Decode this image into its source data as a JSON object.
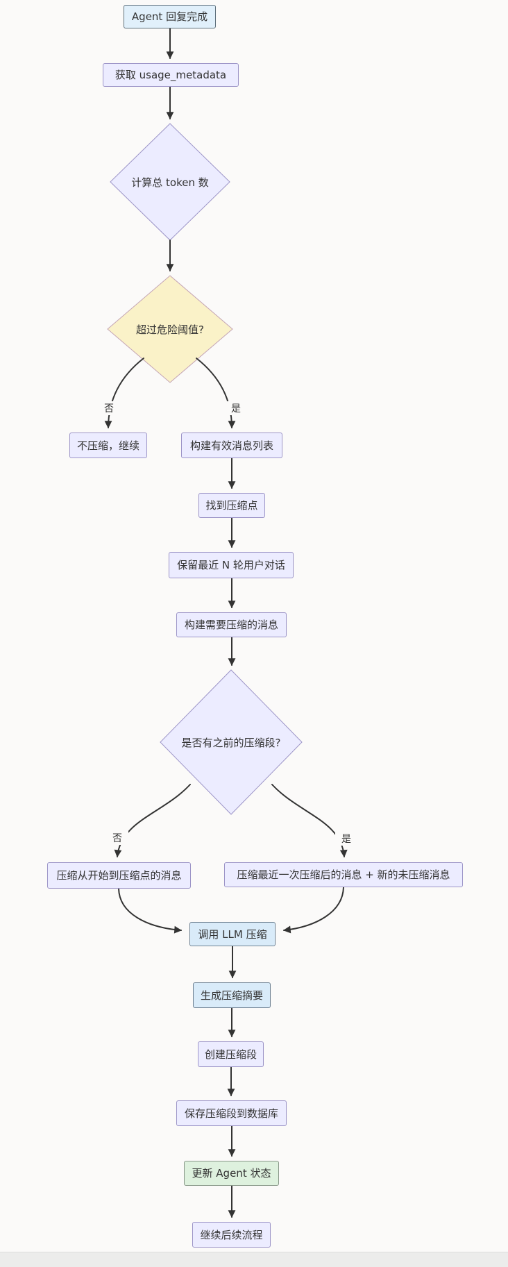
{
  "diagram": {
    "nodes": {
      "agent_done": {
        "label": "Agent 回复完成"
      },
      "get_usage": {
        "label": "获取 usage_metadata"
      },
      "calc_tokens": {
        "label": "计算总 token 数"
      },
      "over_threshold": {
        "label": "超过危险阈值?"
      },
      "no_compress": {
        "label": "不压缩，继续"
      },
      "build_list": {
        "label": "构建有效消息列表"
      },
      "find_point": {
        "label": "找到压缩点"
      },
      "keep_recent": {
        "label": "保留最近 N 轮用户对话"
      },
      "build_msgs": {
        "label": "构建需要压缩的消息"
      },
      "has_prev_seg": {
        "label": "是否有之前的压缩段?"
      },
      "compress_from_start": {
        "label": "压缩从开始到压缩点的消息"
      },
      "compress_after_last": {
        "label": "压缩最近一次压缩后的消息 + 新的未压缩消息"
      },
      "call_llm": {
        "label": "调用 LLM 压缩"
      },
      "gen_summary": {
        "label": "生成压缩摘要"
      },
      "create_segment": {
        "label": "创建压缩段"
      },
      "save_db": {
        "label": "保存压缩段到数据库"
      },
      "update_agent": {
        "label": "更新 Agent 状态"
      },
      "continue_flow": {
        "label": "继续后续流程"
      }
    },
    "edge_labels": {
      "threshold_no": "否",
      "threshold_yes": "是",
      "prev_seg_no": "否",
      "prev_seg_yes": "是"
    },
    "colors": {
      "process_fill": "#ececff",
      "process_border": "#9c94c7",
      "highlight_blue_fill": "#d9ebf9",
      "highlight_blue_border": "#6e8192",
      "highlight_green_fill": "#def1de",
      "highlight_green_border": "#879687",
      "decision_yellow_fill": "#faf2c8",
      "decision_yellow_border": "#c4a4b4",
      "decision_lavender_fill": "#ececff",
      "edge_color": "#333333"
    }
  }
}
